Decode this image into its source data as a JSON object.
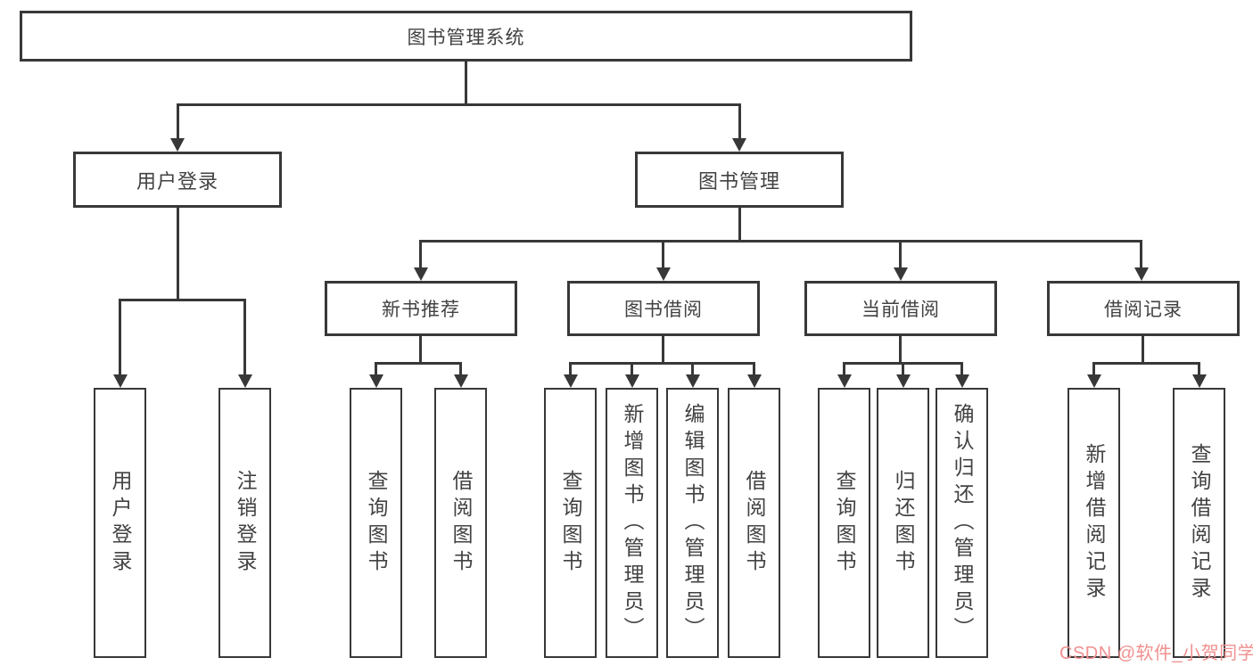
{
  "diagram": {
    "type": "tree",
    "title": "图书管理系统",
    "nodes": {
      "root": {
        "label": "图书管理系统"
      },
      "userLogin": {
        "label": "用户登录"
      },
      "bookMgmt": {
        "label": "图书管理"
      },
      "newBookRec": {
        "label": "新书推荐"
      },
      "bookBorrow": {
        "label": "图书借阅"
      },
      "currentBorrow": {
        "label": "当前借阅"
      },
      "borrowRecord": {
        "label": "借阅记录"
      },
      "loginLeaf": {
        "label": "用户登录"
      },
      "logoutLeaf": {
        "label": "注销登录"
      },
      "queryBookRec": {
        "label": "查询图书"
      },
      "borrowBookRec": {
        "label": "借阅图书"
      },
      "queryBookBorrow": {
        "label": "查询图书"
      },
      "addBook": {
        "label": "新增图书（管理员）"
      },
      "editBook": {
        "label": "编辑图书（管理员）"
      },
      "borrowBookBorrow": {
        "label": "借阅图书"
      },
      "queryBookCurrent": {
        "label": "查询图书"
      },
      "returnBook": {
        "label": "归还图书"
      },
      "confirmReturn": {
        "label": "确认归还（管理员）"
      },
      "addBorrowRecord": {
        "label": "新增借阅记录"
      },
      "queryBorrowRecord": {
        "label": "查询借阅记录"
      }
    },
    "edges": [
      {
        "from": "图书管理系统",
        "to": "用户登录"
      },
      {
        "from": "图书管理系统",
        "to": "图书管理"
      },
      {
        "from": "用户登录",
        "to": "用户登录"
      },
      {
        "from": "用户登录",
        "to": "注销登录"
      },
      {
        "from": "图书管理",
        "to": "新书推荐"
      },
      {
        "from": "图书管理",
        "to": "图书借阅"
      },
      {
        "from": "图书管理",
        "to": "当前借阅"
      },
      {
        "from": "图书管理",
        "to": "借阅记录"
      },
      {
        "from": "新书推荐",
        "to": "查询图书"
      },
      {
        "from": "新书推荐",
        "to": "借阅图书"
      },
      {
        "from": "图书借阅",
        "to": "查询图书"
      },
      {
        "from": "图书借阅",
        "to": "新增图书（管理员）"
      },
      {
        "from": "图书借阅",
        "to": "编辑图书（管理员）"
      },
      {
        "from": "图书借阅",
        "to": "借阅图书"
      },
      {
        "from": "当前借阅",
        "to": "查询图书"
      },
      {
        "from": "当前借阅",
        "to": "归还图书"
      },
      {
        "from": "当前借阅",
        "to": "确认归还（管理员）"
      },
      {
        "from": "借阅记录",
        "to": "新增借阅记录"
      },
      {
        "from": "借阅记录",
        "to": "查询借阅记录"
      }
    ],
    "colors": {
      "line": "#383838",
      "box_border": "#383838",
      "box_fill": "#FFFFFF",
      "text": "#424242",
      "background": "#FFFFFF",
      "watermark": "#F0908F"
    },
    "watermark": {
      "text": "CSDN @软件_小贺同学"
    }
  }
}
